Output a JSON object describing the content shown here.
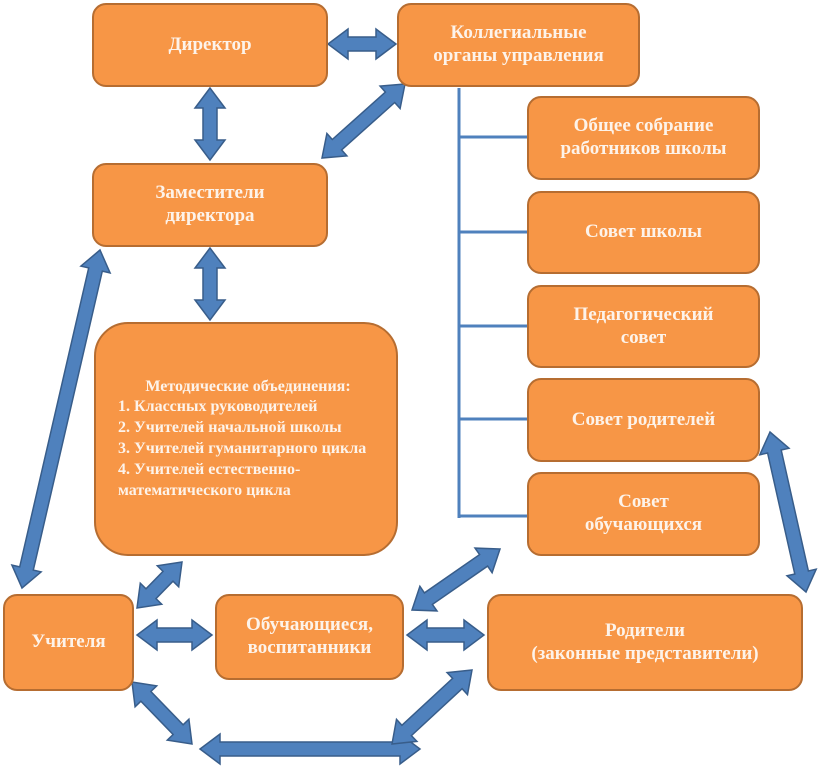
{
  "colors": {
    "box_fill": "#F79646",
    "box_border": "#B66D31",
    "arrow_fill": "#4F81BD",
    "arrow_border": "#385D8A",
    "line": "#4F81BD"
  },
  "boxes": {
    "director": "Директор",
    "collegial": [
      "Коллегиальные",
      "органы управления"
    ],
    "deputies": [
      "Заместители",
      "директора"
    ],
    "general_meeting": [
      "Общее собрание",
      "работников школы"
    ],
    "school_council": "Совет школы",
    "pedagogical_council": [
      "Педагогический",
      "совет"
    ],
    "parents_council": "Совет родителей",
    "students_council": [
      "Совет",
      "обучающихся"
    ],
    "teachers": "Учителя",
    "students": [
      "Обучающиеся,",
      "воспитанники"
    ],
    "parents": [
      "Родители",
      "(законные представители)"
    ],
    "methodical": {
      "title": "Методические объединения:",
      "items": [
        "1. Классных руководителей",
        "2. Учителей начальной школы",
        "3. Учителей гуманитарного цикла",
        "4. Учителей естественно-математического цикла"
      ]
    }
  }
}
